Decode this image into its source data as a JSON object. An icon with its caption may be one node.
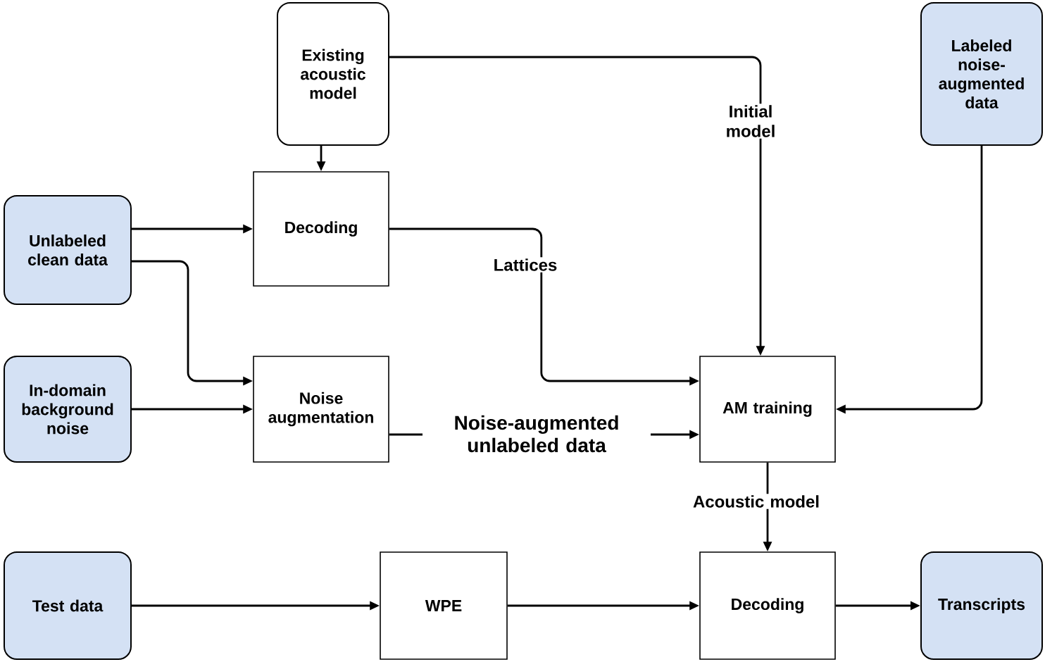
{
  "diagram": {
    "nodes": [
      {
        "text": [
          "Existing acoustic model"
        ]
      },
      {
        "text": [
          "Labeled noise-augmented data"
        ]
      },
      {
        "text": [
          "Unlabeled clean data"
        ]
      },
      {
        "text": [
          "Decoding"
        ]
      },
      {
        "text": [
          "In-domain background noise"
        ]
      },
      {
        "text": [
          "Noise augmentation"
        ]
      },
      {
        "text": [
          "AM training"
        ]
      },
      {
        "text": [
          "Test data"
        ]
      },
      {
        "text": [
          "WPE"
        ]
      },
      {
        "text": [
          "Decoding"
        ]
      },
      {
        "text": [
          "Transcripts"
        ]
      }
    ],
    "edges": [
      {
        "from": 0,
        "to": 3,
        "arrow": "to"
      },
      {
        "from": 0,
        "to": 6,
        "arrow": "to",
        "label": "Initial model"
      },
      {
        "from": 1,
        "to": 6,
        "arrow": "to"
      },
      {
        "from": 2,
        "to": 3,
        "arrow": "to"
      },
      {
        "from": 2,
        "to": 5,
        "arrow": "to"
      },
      {
        "from": 4,
        "to": 5,
        "arrow": "to"
      },
      {
        "from": 3,
        "to": 6,
        "arrow": "to",
        "label": "Lattices"
      },
      {
        "from": 5,
        "to": 6,
        "arrow": "to",
        "label": "Noise-augmented unlabeled data"
      },
      {
        "from": 6,
        "to": 9,
        "arrow": "to",
        "label": "Acoustic model"
      },
      {
        "from": 7,
        "to": 8,
        "arrow": "to"
      },
      {
        "from": 8,
        "to": 9,
        "arrow": "to"
      },
      {
        "from": 9,
        "to": 10,
        "arrow": "to"
      }
    ]
  }
}
